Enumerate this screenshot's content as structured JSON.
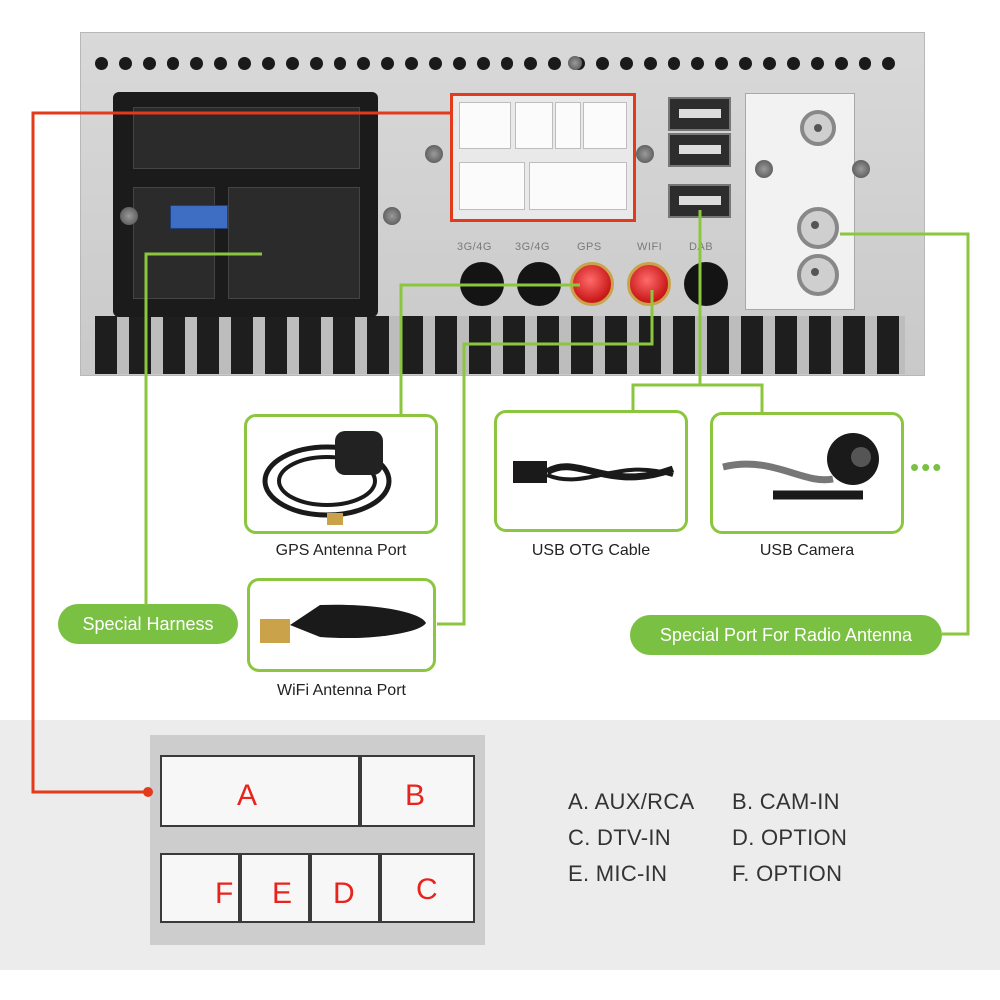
{
  "ports": {
    "labels": [
      "3G/4G",
      "3G/4G",
      "GPS",
      "WIFI",
      "DAB"
    ]
  },
  "accessories": {
    "gps": "GPS Antenna Port",
    "usb_otg": "USB OTG Cable",
    "usb_camera": "USB Camera",
    "wifi": "WiFi Antenna Port",
    "more": "•••"
  },
  "callouts": {
    "special_harness": "Special Harness",
    "radio_antenna": "Special Port For Radio Antenna"
  },
  "connector_letters": [
    "A",
    "B",
    "F",
    "E",
    "D",
    "C"
  ],
  "legend": [
    "A. AUX/RCA",
    "B. CAM-IN",
    "C. DTV-IN",
    "D. OPTION",
    "E. MIC-IN",
    "F. OPTION"
  ],
  "colors": {
    "highlight_red": "#e23a1a",
    "callout_green": "#7ac143",
    "line_green": "#8cc63f"
  }
}
